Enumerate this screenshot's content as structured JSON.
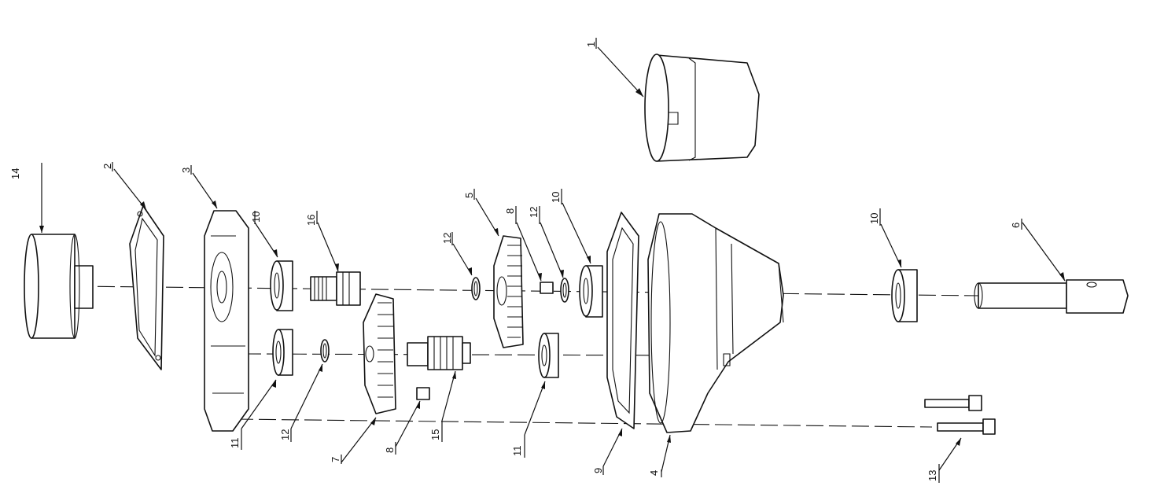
{
  "callouts": {
    "c1": "1",
    "c2": "2",
    "c3": "3",
    "c4": "4",
    "c5": "5",
    "c6": "6",
    "c7": "7",
    "c8a": "8",
    "c8b": "8",
    "c9": "9",
    "c10a": "10",
    "c10b": "10",
    "c10c": "10",
    "c11a": "11",
    "c11b": "11",
    "c12a": "12",
    "c12b": "12",
    "c12c": "12",
    "c13": "13",
    "c14": "14",
    "c15": "15",
    "c16": "16"
  }
}
